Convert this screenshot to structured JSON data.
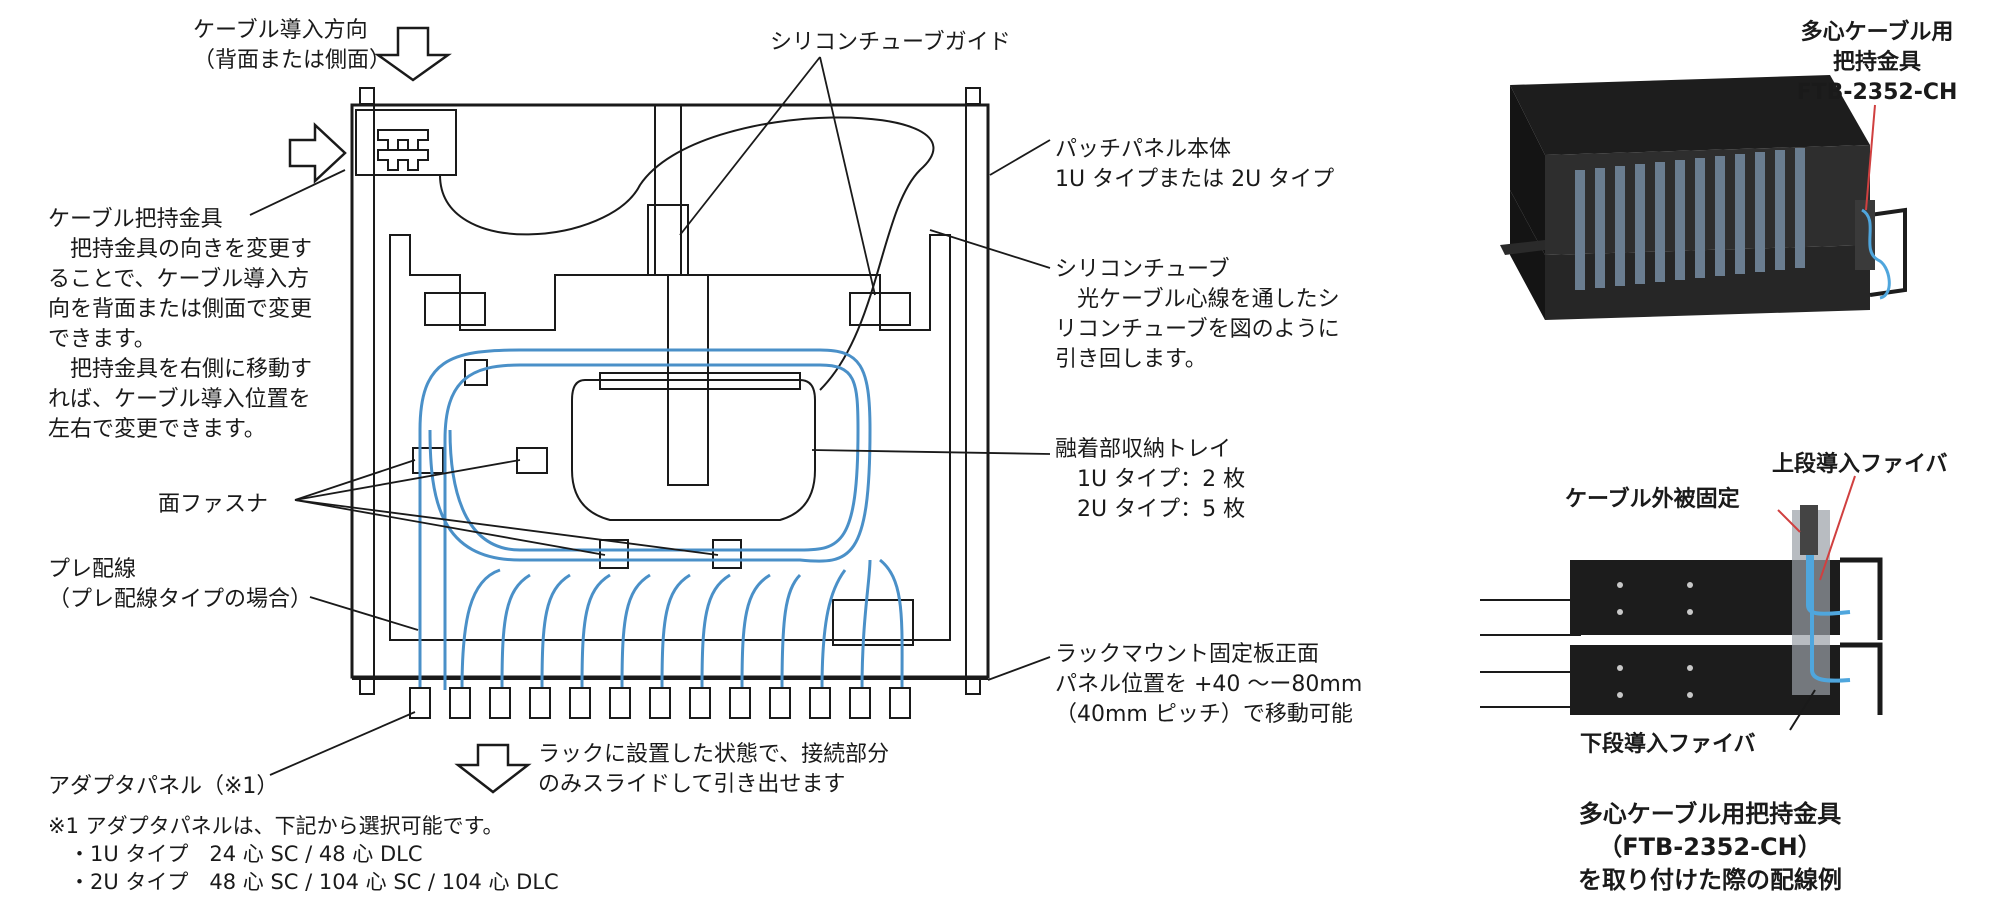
{
  "left": {
    "cable_dir": "ケーブル導入方向\n（背面または側面）",
    "silicon_guide": "シリコンチューブガイド",
    "patch_panel": "パッチパネル本体\n1U タイプまたは 2U タイプ",
    "cable_holder": "ケーブル把持金具\n　把持金具の向きを変更す\nることで、ケーブル導入方\n向を背面または側面で変更\nできます。\n　把持金具を右側に移動す\nれば、ケーブル導入位置を\n左右で変更できます。",
    "silicon_tube": "シリコンチューブ\n　光ケーブル心線を通したシ\nリコンチューブを図のように\n引き回します。",
    "fusion_tray": "融着部収納トレイ\n　1U タイプ：2 枚\n　2U タイプ：5 枚",
    "fastener": "面ファスナ",
    "pre_wiring": "プレ配線\n（プレ配線タイプの場合）",
    "rack_mount": "ラックマウント固定板正面\nパネル位置を +40 ～ー80mm\n（40mm ピッチ）で移動可能",
    "slide_note": "ラックに設置した状態で、接続部分\nのみスライドして引き出せます",
    "adapter_panel": "アダプタパネル（※1）",
    "footnote": "※1 アダプタパネルは、下記から選択可能です。\n　・1U タイプ　24 心 SC / 48 心 DLC\n　・2U タイプ　48 心 SC / 104 心 SC / 104 心 DLC"
  },
  "right": {
    "holder_label": "多心ケーブル用\n把持金具\nFTB-2352-CH",
    "upper_fiber": "上段導入ファイバ",
    "sheath_fix": "ケーブル外被固定",
    "lower_fiber": "下段導入ファイバ",
    "caption": "多心ケーブル用把持金具\n（FTB-2352-CH）\nを取り付けた際の配線例"
  },
  "colors": {
    "fiber": "#4a90c8",
    "line": "#1a1a1a",
    "panel_dark": "#2a2a2a",
    "accent_red": "#d04040"
  }
}
